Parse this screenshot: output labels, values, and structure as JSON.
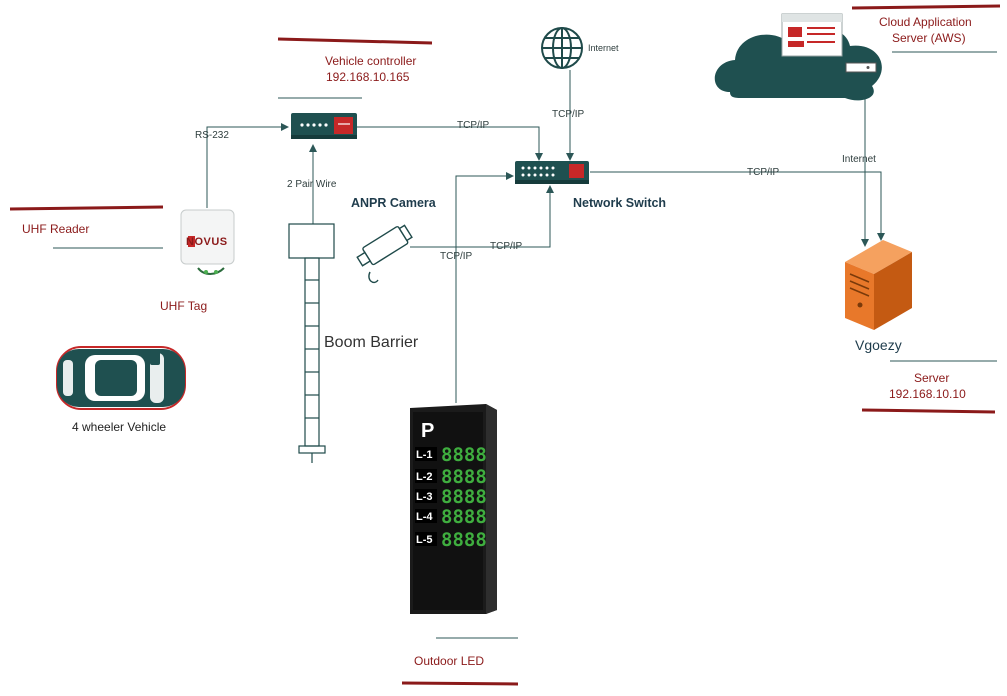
{
  "labels": {
    "vehicle_controller": "Vehicle controller",
    "vehicle_controller_ip": "192.168.10.165",
    "rs232": "RS-232",
    "uhf_reader": "UHF Reader",
    "uhf_tag": "UHF Tag",
    "vehicle": "4 wheeler Vehicle",
    "two_pair_wire": "2 Pair Wire",
    "boom_barrier": "Boom Barrier",
    "anpr_camera": "ANPR Camera",
    "network_switch": "Network Switch",
    "internet_globe": "Internet",
    "internet_cloud_link": "Internet",
    "cloud_server": "Cloud Application",
    "cloud_server_line2": "Server (AWS)",
    "server_name": "Vgoezy",
    "server_label": "Server",
    "server_ip": "192.168.10.10",
    "outdoor_led": "Outdoor LED",
    "tcpip_controller_switch": "TCP/IP",
    "tcpip_globe_switch": "TCP/IP",
    "tcpip_switch_server": "TCP/IP",
    "tcpip_camera": "TCP/IP",
    "tcpip_led": "TCP/IP",
    "novus_logo": "NOVUS",
    "led_parking_symbol": "P",
    "led_levels": [
      "L-1",
      "L-2",
      "L-3",
      "L-4",
      "L-5"
    ],
    "led_digits": "8888"
  },
  "colors": {
    "accent_red": "#8b1a1a",
    "line": "#2c5757",
    "device_teal": "#1f5050",
    "server_orange": "#e8782a",
    "led_green": "#3fae3f"
  }
}
